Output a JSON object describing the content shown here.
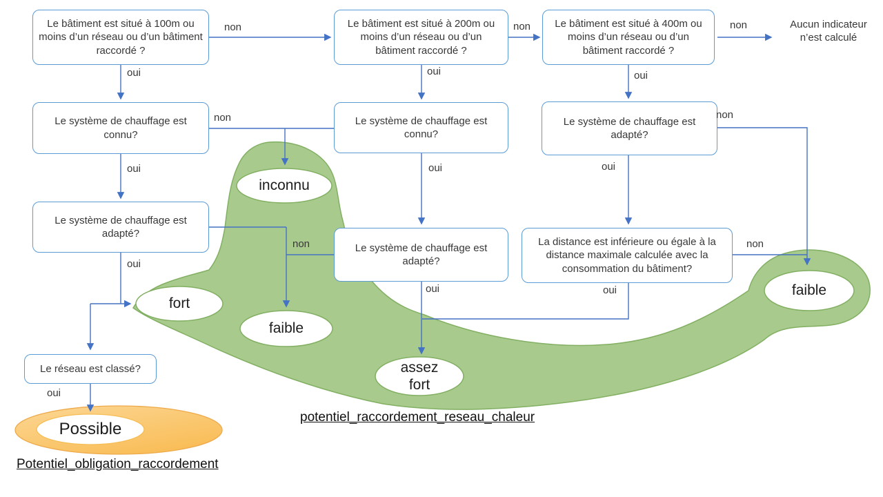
{
  "diagram_title": "",
  "questions": {
    "q100": "Le bâtiment est situé à 100m ou moins d’un réseau ou d’un bâtiment raccordé ?",
    "q200": "Le bâtiment est situé à 200m ou moins d’un réseau ou d’un bâtiment raccordé ?",
    "q400": "Le bâtiment est situé à 400m ou moins d’un réseau ou d’un bâtiment raccordé ?",
    "heating_known_1": "Le système de chauffage est connu?",
    "heating_known_2": "Le système de chauffage est connu?",
    "heating_adapted_1": "Le système de chauffage est adapté?",
    "heating_adapted_2": "Le système de chauffage est adapté?",
    "heating_adapted_3": "Le système de chauffage est adapté?",
    "distance_max": "La distance est inférieure ou égale à la distance maximale calculée avec la consommation du bâtiment?",
    "network_classified": "Le réseau est classé?"
  },
  "answers": {
    "yes": "oui",
    "no": "non"
  },
  "outcomes": {
    "no_indicator": "Aucun indicateur n’est calculé",
    "unknown": "inconnu",
    "strong": "fort",
    "weak_left": "faible",
    "fairly_strong": "assez fort",
    "weak_right": "faible",
    "possible": "Possible"
  },
  "footnotes": {
    "heat_network_indicator": "potentiel_raccordement_reseau_chaleur",
    "obligation_indicator": "Potentiel_obligation_raccordement"
  },
  "colors": {
    "box_border": "#5b9bd5",
    "connector_blue": "#4472c4",
    "green_fill": "#a8cb8d",
    "green_stroke": "#82af62",
    "orange_fill": "#f9c05e",
    "orange_stroke": "#eda94a",
    "text": "#373737"
  }
}
